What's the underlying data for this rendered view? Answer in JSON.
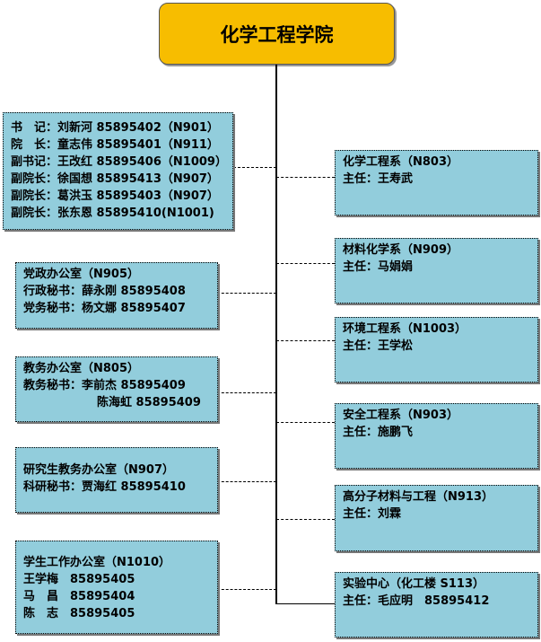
{
  "title": "化学工程学院",
  "leaders": [
    "书　记：刘新河 85895402（N901）",
    "院　长：童志伟 85895401（N911）",
    "副书记：王改红 85895406（N1009）",
    "副院长：徐国想 85895413（N907）",
    "副院长：葛洪玉 85895403（N907）",
    "副院长：张东恩 85895410(N1001)"
  ],
  "party_office": [
    "党政办公室（N905）",
    "行政秘书：薛永刚 85895408",
    "党务秘书：杨文娜 85895407"
  ],
  "teaching_office": [
    "教务办公室（N805）",
    "教务秘书：李前杰 85895409",
    "陈海虹 85895409"
  ],
  "grad_office": [
    "研究生教务办公室（N907）",
    "科研秘书：贾海红 85895410"
  ],
  "student_office": [
    "学生工作办公室（N1010）",
    "王学梅　85895405",
    "马　昌　85895404",
    "陈　志　85895405"
  ],
  "departments": [
    {
      "name": "化学工程系（N803）",
      "head": "主任：王寿武"
    },
    {
      "name": "材料化学系（N909）",
      "head": "主任：马娟娟"
    },
    {
      "name": "环境工程系（N1003）",
      "head": "主任：王学松"
    },
    {
      "name": "安全工程系（N903）",
      "head": "主任：施鹏飞"
    },
    {
      "name": "高分子材料与工程（N913）",
      "head": "主任：刘霖"
    },
    {
      "name": "实验中心（化工楼 S113）",
      "head": "主任：毛应明　85895412"
    }
  ]
}
